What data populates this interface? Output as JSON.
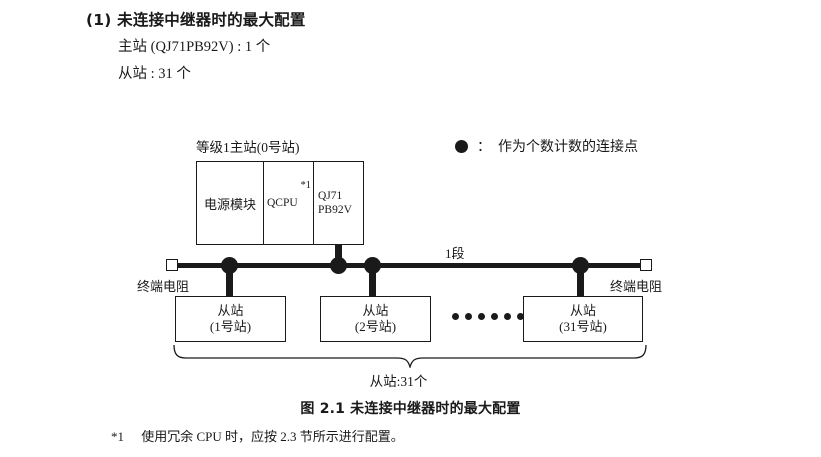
{
  "section": {
    "number": "(1)",
    "title": "未连接中继器时的最大配置",
    "lines": [
      "主站 (QJ71PB92V) : 1 个",
      "从站 : 31 个"
    ]
  },
  "legend": {
    "icon": "filled-circle-icon",
    "separator": "：",
    "text": "作为个数计数的连接点"
  },
  "diagram": {
    "master": {
      "label": "等级1主站(0号站)",
      "cells": [
        {
          "name": "power-module",
          "text": "电源模块"
        },
        {
          "name": "qcpu",
          "text": "QCPU",
          "footnote_mark": "*1"
        },
        {
          "name": "network-module",
          "line1": "QJ71",
          "line2": "PB92V"
        }
      ]
    },
    "bus": {
      "segment_label": "1段",
      "terminator_left": "终端电阻",
      "terminator_right": "终端电阻"
    },
    "slaves": [
      {
        "title": "从站",
        "station": "(1号站)"
      },
      {
        "title": "从站",
        "station": "(2号站)"
      },
      {
        "title": "从站",
        "station": "(31号站)"
      }
    ],
    "ellipsis_count": 6,
    "brace_total": "从站:31个"
  },
  "caption": "图 2.1  未连接中继器时的最大配置",
  "footnote": {
    "mark": "*1",
    "text": "使用冗余 CPU 时，应按 2.3 节所示进行配置。"
  },
  "colors": {
    "ink": "#1a1a1a",
    "paper": "#ffffff"
  }
}
